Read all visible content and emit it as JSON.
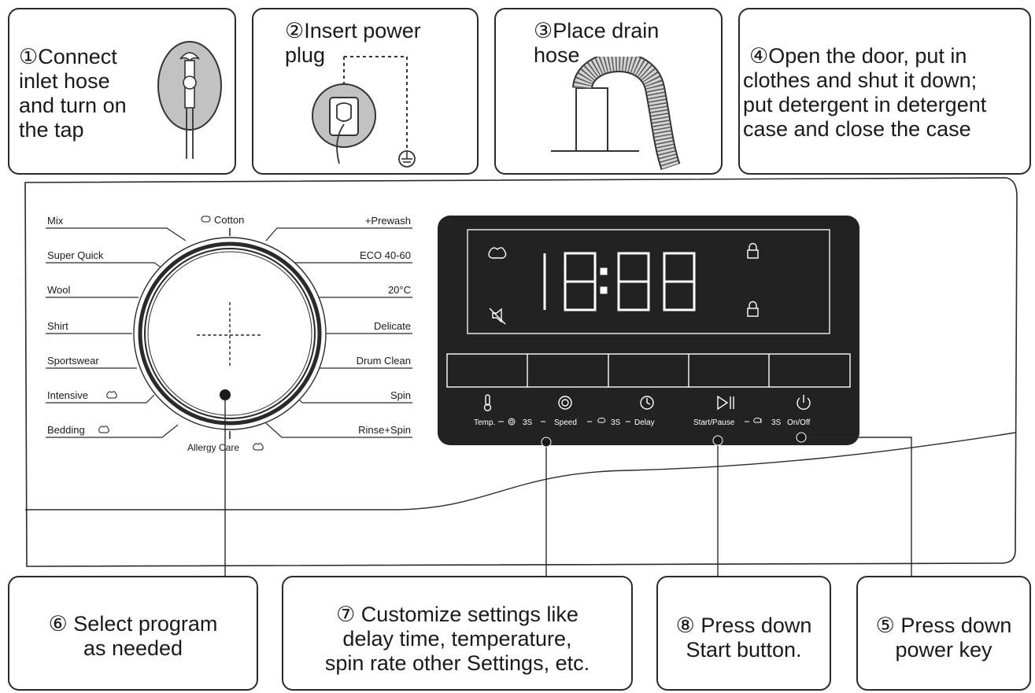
{
  "steps_top": [
    {
      "lines": [
        "①Connect",
        "inlet hose",
        "and turn on",
        "the tap"
      ]
    },
    {
      "lines": [
        "②Insert power",
        "plug"
      ]
    },
    {
      "lines": [
        "③Place drain",
        "hose"
      ]
    },
    {
      "lines": [
        "④Open the door, put in",
        "clothes and shut it  down;",
        "put detergent in detergent",
        "case and close the case"
      ]
    }
  ],
  "steps_bottom": [
    {
      "lines": [
        "⑥ Select program",
        "as needed"
      ]
    },
    {
      "lines": [
        "⑦ Customize settings like",
        "delay time, temperature,",
        "spin rate other Settings, etc."
      ]
    },
    {
      "lines": [
        "⑧ Press down",
        "Start button."
      ]
    },
    {
      "lines": [
        "⑤ Press down",
        "power key"
      ]
    }
  ],
  "dial": {
    "top_label": "Cotton",
    "bottom_label": "Allergy Care",
    "left_programs": [
      "Mix",
      "Super Quick",
      "Wool",
      "Shirt",
      "Sportswear",
      "Intensive",
      "Bedding"
    ],
    "right_programs": [
      "+Prewash",
      "ECO 40-60",
      "20°C",
      "Delicate",
      "Drum Clean",
      "Spin",
      "Rinse+Spin"
    ]
  },
  "display": {
    "digits": "18:88",
    "bar_color": "#222222",
    "accent_color": "#ffffff"
  },
  "buttons": {
    "temp": "Temp.",
    "temp_hold": "3S",
    "speed": "Speed",
    "speed_hold": "3S",
    "delay": "Delay",
    "start": "Start/Pause",
    "start_hold": "3S",
    "onoff": "On/Off"
  }
}
